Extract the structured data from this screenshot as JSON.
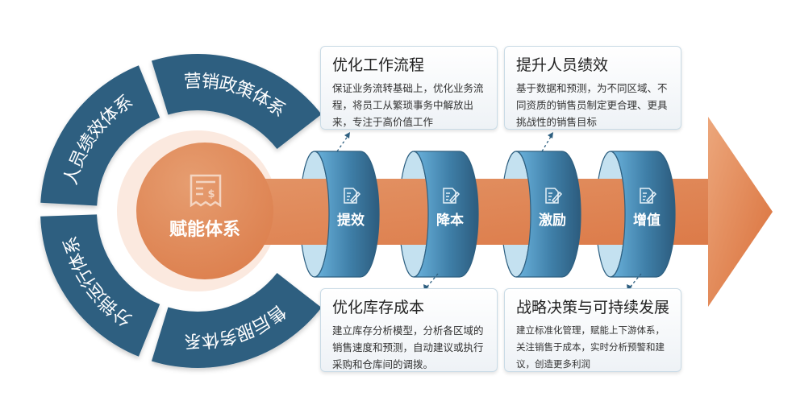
{
  "center": {
    "label": "赋能体系",
    "icon": "receipt-icon"
  },
  "ring_segments": [
    {
      "label": "营销政策体系"
    },
    {
      "label": "人员绩效体系"
    },
    {
      "label": "分销运行体系"
    },
    {
      "label": "售后服务体系"
    }
  ],
  "stages": [
    {
      "label": "提效",
      "icon": "edit-document-icon"
    },
    {
      "label": "降本",
      "icon": "edit-document-icon"
    },
    {
      "label": "激励",
      "icon": "edit-document-icon"
    },
    {
      "label": "增值",
      "icon": "edit-document-icon"
    }
  ],
  "callouts": [
    {
      "title": "优化工作流程",
      "text": "保证业务流转基础上，优化业务流程，将员工从繁琐事务中解放出来，专注于高价值工作"
    },
    {
      "title": "提升人员绩效",
      "text": "基于数据和预测，为不同区域、不同资质的销售员制定更合理、更具挑战性的销售目标"
    },
    {
      "title": "优化库存成本",
      "text": "建立库存分析模型，分析各区域的销售速度和预测，自动建议或执行采购和仓库间的调拨。"
    },
    {
      "title": "战略决策与可持续发展",
      "text": "建立标准化管理，赋能上下游体系，关注销售于成本，实时分析预警和建议，创造更多利润"
    }
  ],
  "colors": {
    "ring": "#2e5f80",
    "orange": "#e0895a",
    "orange_light": "#fbe9df",
    "cyl_light": "#c4e1f0",
    "cyl_dark": "#2d5f80"
  }
}
